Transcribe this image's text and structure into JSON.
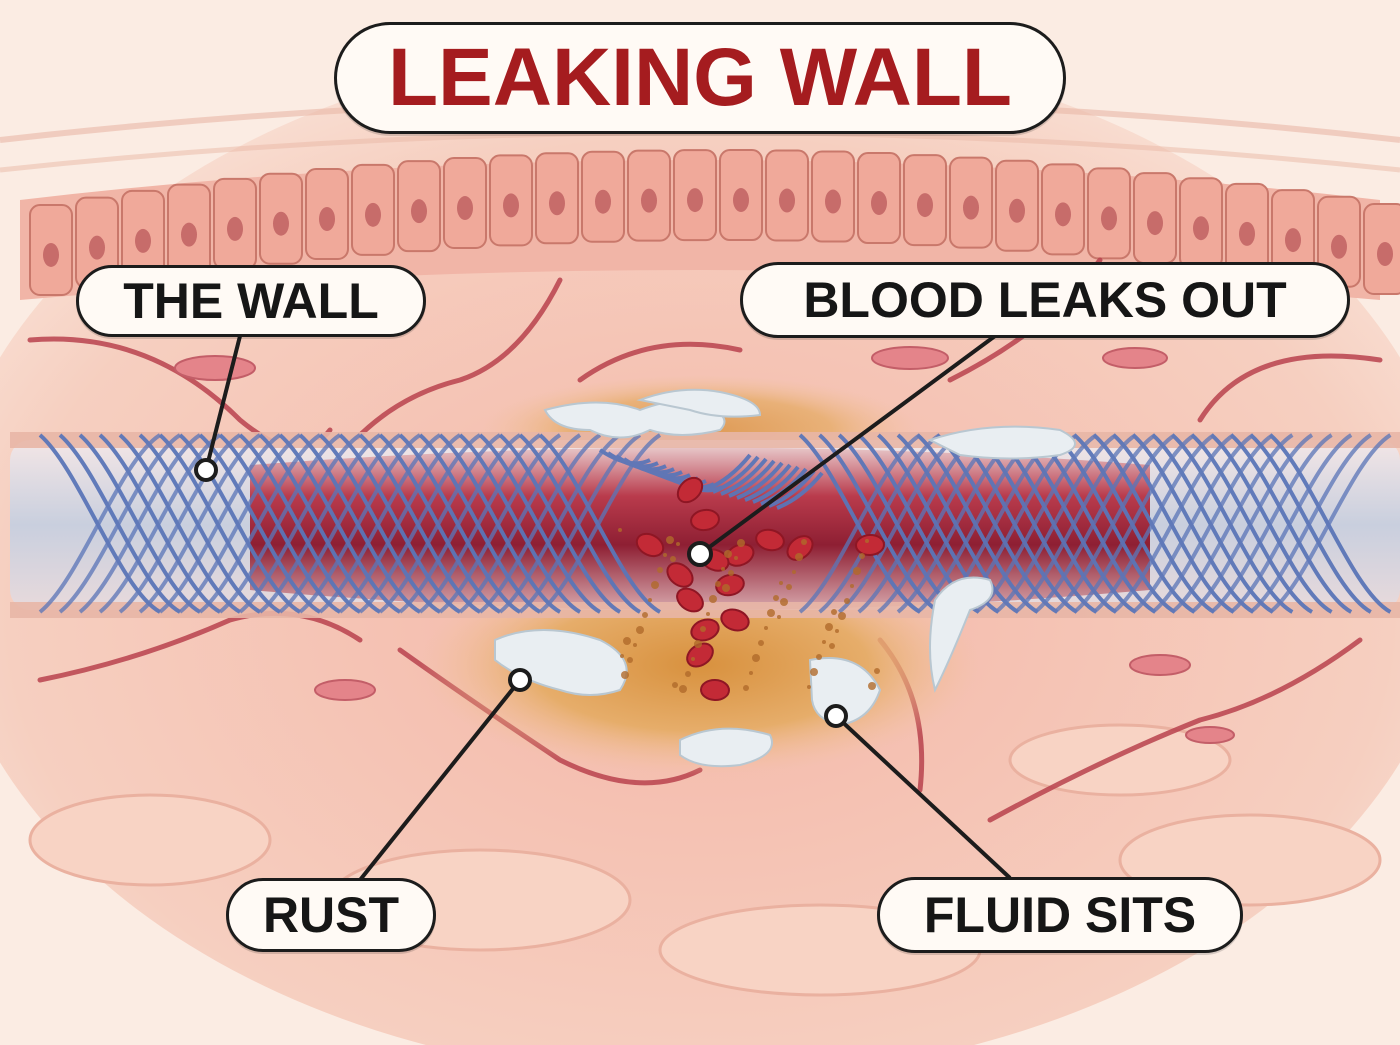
{
  "title": {
    "text": "LEAKING WALL",
    "color": "#a51c1f"
  },
  "labels": {
    "wall": "THE WALL",
    "blood": "BLOOD LEAKS OUT",
    "rust": "RUST",
    "fluid": "FLUID SITS"
  },
  "colors": {
    "background": "#fbece3",
    "tissue": "#f2b9a6",
    "fibers": "#5b76b8",
    "blood": "#b42533",
    "vessel_lumen": "#9e2a3a",
    "fluid": "#e9eef2",
    "rust": "#c98a3a",
    "leader": "#1c1c1c"
  }
}
